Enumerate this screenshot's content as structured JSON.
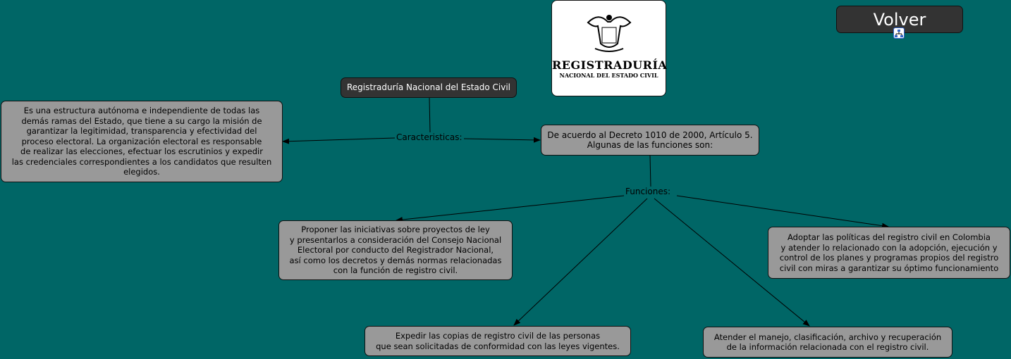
{
  "root": "Registraduría Nacional del Estado Civil",
  "logo": {
    "line1": "REGISTRADURÍA",
    "line2": "NACIONAL DEL ESTADO CIVIL"
  },
  "volver": "Volver",
  "links": {
    "caracteristicas": "Caracteristicas:",
    "funciones": "Funciones:"
  },
  "nodes": {
    "descripcion": "Es una estructura autónoma e independiente de todas las\ndemás ramas del Estado, que tiene a su cargo la misión de\ngarantizar la legitimidad, transparencia y efectividad del\nproceso electoral. La organización electoral es responsable\nde realizar las elecciones, efectuar los escrutinios y expedir\nlas credenciales correspondientes a los candidatos que resulten\nelegidos.",
    "decreto": "De acuerdo al Decreto 1010 de 2000, Artículo 5.\nAlgunas de las funciones son:",
    "proponer": "Proponer las iniciativas sobre proyectos de ley\ny presentarlos a consideración del Consejo Nacional\nElectoral por conducto del Registrador Nacional,\nasí como los decretos y demás normas relacionadas\ncon la función de registro civil.",
    "adoptar": "Adoptar las políticas del registro civil en Colombia\ny atender lo relacionado con la adopción, ejecución y\ncontrol de los planes y programas propios del registro\ncivil con miras a garantizar su óptimo funcionamiento",
    "expedir": "Expedir las copias de registro civil de las personas\nque sean solicitadas de conformidad con las leyes vigentes.",
    "atender": "Atender el manejo, clasificación, archivo y recuperación\nde la información relacionada con el registro civil."
  }
}
